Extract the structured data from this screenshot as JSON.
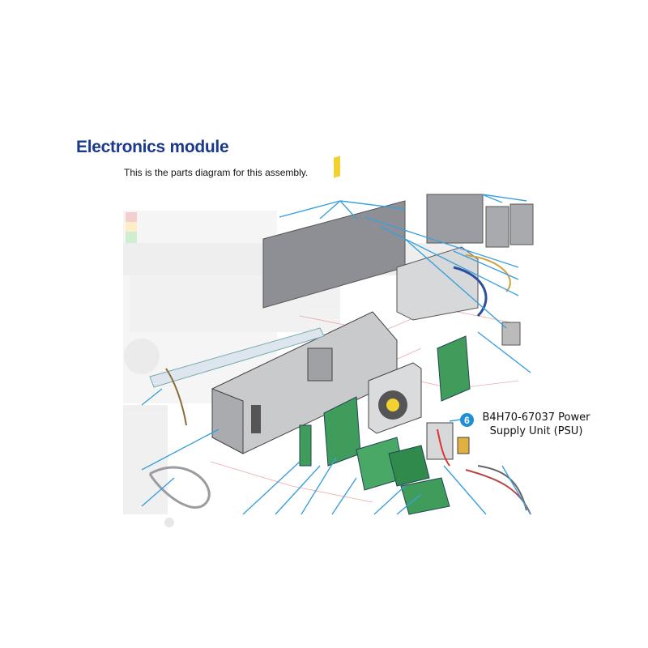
{
  "header": {
    "title": "Electronics module",
    "subtitle": "This is the parts diagram for this assembly."
  },
  "callout": {
    "number": "6",
    "part_number_line": "B4H70-67037 Power",
    "part_name_line": "Supply Unit (PSU)"
  },
  "colors": {
    "title": "#1b3a8c",
    "callout_badge": "#1f8ed6",
    "leader_line": "#3aa0dc",
    "pcb_green": "#3f9c5a",
    "panel_gray": "#8d8f94",
    "explode_line": "#e07070"
  }
}
